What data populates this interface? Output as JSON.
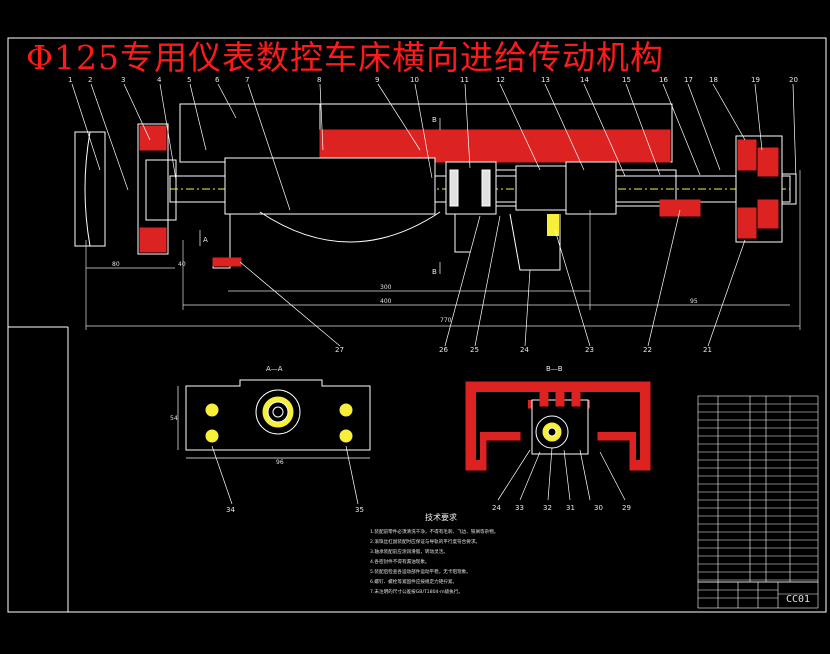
{
  "title": "Φ125专用仪表数控车床横向进给传动机构",
  "sheet_code": "CC01",
  "part_numbers_top": [
    "1",
    "2",
    "3",
    "4",
    "5",
    "6",
    "7",
    "8",
    "9",
    "10",
    "11",
    "12",
    "13",
    "14",
    "15",
    "16",
    "17",
    "18",
    "19",
    "20"
  ],
  "part_numbers_bottom": [
    "27",
    "26",
    "25",
    "24",
    "23",
    "22",
    "21"
  ],
  "section_a_label": "A—A",
  "section_b_label": "B—B",
  "section_a_numbers": [
    "34",
    "35"
  ],
  "section_b_numbers": [
    "24",
    "33",
    "32",
    "31",
    "30",
    "29"
  ],
  "section_marker_a": "A",
  "section_marker_b": "B",
  "notes_title": "技术要求",
  "notes": [
    "1.装配前零件必须清洗干净，不得有毛刺、飞边、铁屑等杂物。",
    "2.滚珠丝杠副装配时应保证与导轨的平行度符合要求。",
    "3.轴承装配前应涂润滑脂，转动灵活。",
    "4.各密封件不得有漏油现象。",
    "5.装配后检查各运动部件运动平稳，无卡阻现象。",
    "6.螺钉、螺栓等紧固件应按规定力矩拧紧。",
    "7.未注明的尺寸公差按GB/T1804-m级执行。"
  ]
}
